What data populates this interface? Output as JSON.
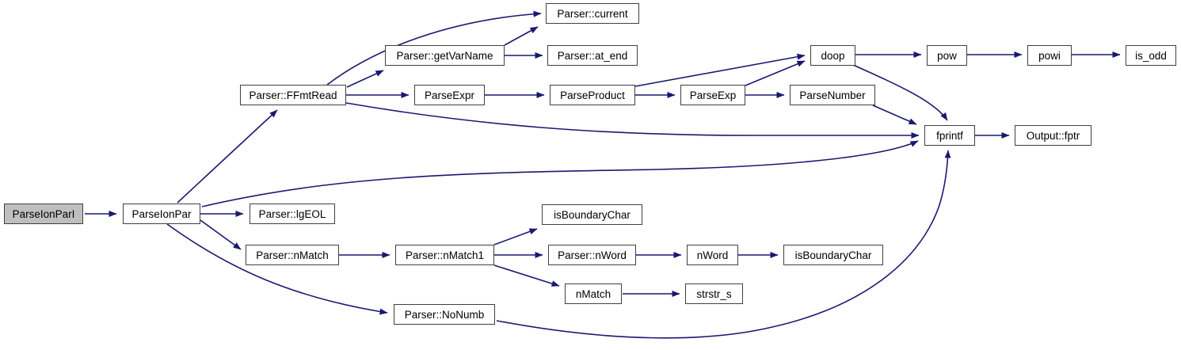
{
  "diagram": {
    "type": "call-graph",
    "colors": {
      "edge": "#191970",
      "node_border": "#404040",
      "node_fill": "#ffffff",
      "root_fill": "#bfbfbf",
      "text": "#000000",
      "background": "#ffffff"
    },
    "nodes": {
      "parse_ion_par_i": {
        "label": "ParseIonParI",
        "highlighted": true
      },
      "parse_ion_par": {
        "label": "ParseIonPar"
      },
      "lg_eol": {
        "label": "Parser::lgEOL"
      },
      "ffmt_read": {
        "label": "Parser::FFmtRead"
      },
      "get_var_name": {
        "label": "Parser::getVarName"
      },
      "current": {
        "label": "Parser::current"
      },
      "at_end": {
        "label": "Parser::at_end"
      },
      "parse_expr": {
        "label": "ParseExpr"
      },
      "parse_product": {
        "label": "ParseProduct"
      },
      "parse_exp": {
        "label": "ParseExp"
      },
      "parse_number": {
        "label": "ParseNumber"
      },
      "doop": {
        "label": "doop"
      },
      "pow": {
        "label": "pow"
      },
      "powi": {
        "label": "powi"
      },
      "is_odd": {
        "label": "is_odd"
      },
      "fprintf": {
        "label": "fprintf"
      },
      "output_fptr": {
        "label": "Output::fptr"
      },
      "is_boundary_char_1": {
        "label": "isBoundaryChar"
      },
      "n_match_parser": {
        "label": "Parser::nMatch"
      },
      "n_match1": {
        "label": "Parser::nMatch1"
      },
      "n_word_parser": {
        "label": "Parser::nWord"
      },
      "n_word": {
        "label": "nWord"
      },
      "is_boundary_char_2": {
        "label": "isBoundaryChar"
      },
      "n_match": {
        "label": "nMatch"
      },
      "strstr_s": {
        "label": "strstr_s"
      },
      "no_numb": {
        "label": "Parser::NoNumb"
      }
    },
    "edges": [
      {
        "from": "ParseIonParI",
        "to": "ParseIonPar"
      },
      {
        "from": "ParseIonPar",
        "to": "Parser::FFmtRead"
      },
      {
        "from": "ParseIonPar",
        "to": "fprintf"
      },
      {
        "from": "ParseIonPar",
        "to": "Parser::lgEOL"
      },
      {
        "from": "ParseIonPar",
        "to": "Parser::nMatch"
      },
      {
        "from": "ParseIonPar",
        "to": "Parser::NoNumb"
      },
      {
        "from": "Parser::FFmtRead",
        "to": "Parser::current"
      },
      {
        "from": "Parser::FFmtRead",
        "to": "Parser::getVarName"
      },
      {
        "from": "Parser::FFmtRead",
        "to": "ParseExpr"
      },
      {
        "from": "Parser::FFmtRead",
        "to": "fprintf"
      },
      {
        "from": "Parser::getVarName",
        "to": "Parser::current"
      },
      {
        "from": "Parser::getVarName",
        "to": "Parser::at_end"
      },
      {
        "from": "ParseExpr",
        "to": "ParseProduct"
      },
      {
        "from": "ParseProduct",
        "to": "ParseExp"
      },
      {
        "from": "ParseProduct",
        "to": "doop"
      },
      {
        "from": "ParseExp",
        "to": "ParseNumber"
      },
      {
        "from": "ParseExp",
        "to": "doop"
      },
      {
        "from": "doop",
        "to": "pow"
      },
      {
        "from": "doop",
        "to": "fprintf"
      },
      {
        "from": "pow",
        "to": "powi"
      },
      {
        "from": "powi",
        "to": "is_odd"
      },
      {
        "from": "ParseNumber",
        "to": "fprintf"
      },
      {
        "from": "fprintf",
        "to": "Output::fptr"
      },
      {
        "from": "Parser::nMatch",
        "to": "Parser::nMatch1"
      },
      {
        "from": "Parser::nMatch1",
        "to": "isBoundaryChar"
      },
      {
        "from": "Parser::nMatch1",
        "to": "Parser::nWord"
      },
      {
        "from": "Parser::nMatch1",
        "to": "nMatch"
      },
      {
        "from": "Parser::nWord",
        "to": "nWord"
      },
      {
        "from": "nWord",
        "to": "isBoundaryChar"
      },
      {
        "from": "nMatch",
        "to": "strstr_s"
      },
      {
        "from": "Parser::NoNumb",
        "to": "fprintf"
      }
    ]
  }
}
